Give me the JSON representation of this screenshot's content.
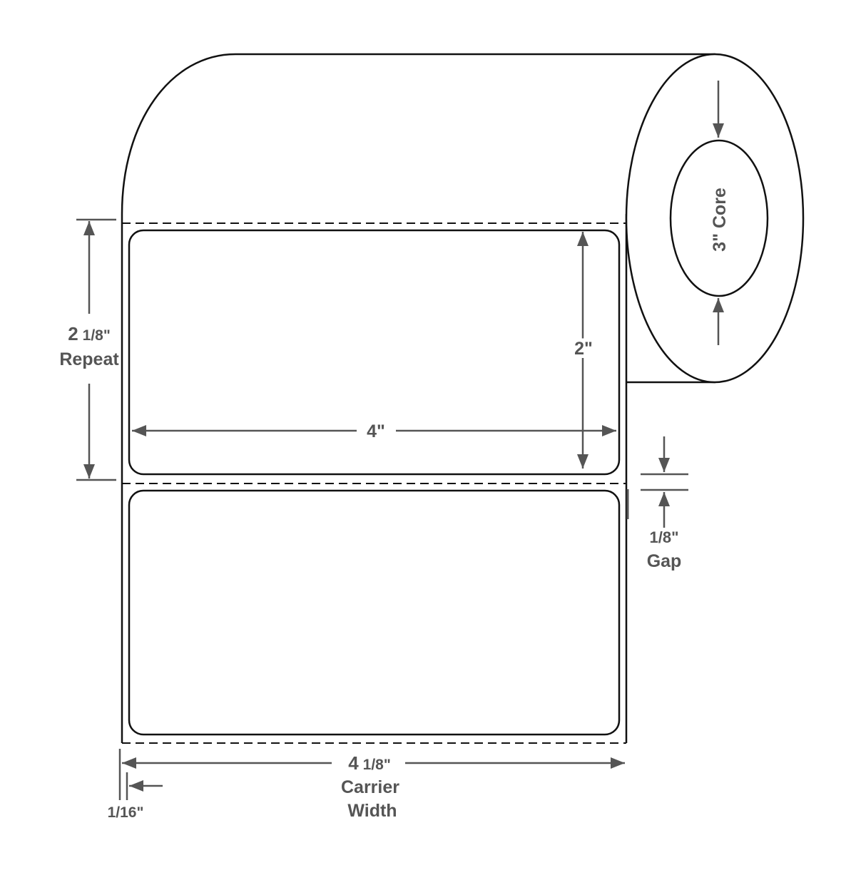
{
  "title": "Label roll dimensions diagram",
  "colors": {
    "outline": "#111111",
    "dimension": "#555555"
  },
  "dimensions": {
    "repeat": {
      "value_whole": "2",
      "value_fraction": "1/8\"",
      "label": "Repeat"
    },
    "label_height": "2\"",
    "label_width": "4\"",
    "core": "3\" Core",
    "gap": {
      "value": "1/8\"",
      "label": "Gap"
    },
    "carrier_width": {
      "value_whole": "4",
      "value_fraction": "1/8\"",
      "label_line1": "Carrier",
      "label_line2": "Width"
    },
    "liner_margin": "1/16\""
  }
}
